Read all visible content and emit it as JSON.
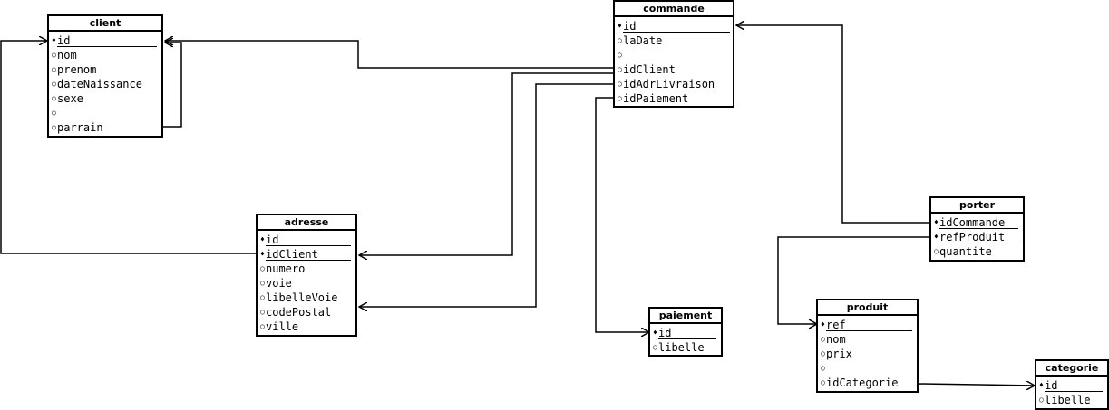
{
  "entities": [
    {
      "name": "client",
      "attributes": [
        {
          "label": "id",
          "key": true
        },
        {
          "label": "nom",
          "key": false
        },
        {
          "label": "prenom",
          "key": false
        },
        {
          "label": "dateNaissance",
          "key": false
        },
        {
          "label": "sexe",
          "key": false
        },
        {
          "label": "",
          "key": false
        },
        {
          "label": "parrain",
          "key": false
        }
      ]
    },
    {
      "name": "commande",
      "attributes": [
        {
          "label": "id",
          "key": true
        },
        {
          "label": "laDate",
          "key": false
        },
        {
          "label": "",
          "key": false
        },
        {
          "label": "idClient",
          "key": false
        },
        {
          "label": "idAdrLivraison",
          "key": false
        },
        {
          "label": "idPaiement",
          "key": false
        }
      ]
    },
    {
      "name": "adresse",
      "attributes": [
        {
          "label": "id",
          "key": true
        },
        {
          "label": "idClient",
          "key": true
        },
        {
          "label": "numero",
          "key": false
        },
        {
          "label": "voie",
          "key": false
        },
        {
          "label": "libelleVoie",
          "key": false
        },
        {
          "label": "codePostal",
          "key": false
        },
        {
          "label": "ville",
          "key": false
        }
      ]
    },
    {
      "name": "porter",
      "attributes": [
        {
          "label": "idCommande",
          "key": true
        },
        {
          "label": "refProduit",
          "key": true
        },
        {
          "label": "quantite",
          "key": false
        }
      ]
    },
    {
      "name": "paiement",
      "attributes": [
        {
          "label": "id",
          "key": true
        },
        {
          "label": "libelle",
          "key": false
        }
      ]
    },
    {
      "name": "produit",
      "attributes": [
        {
          "label": "ref",
          "key": true
        },
        {
          "label": "nom",
          "key": false
        },
        {
          "label": "prix",
          "key": false
        },
        {
          "label": "",
          "key": false
        },
        {
          "label": "idCategorie",
          "key": false
        }
      ]
    },
    {
      "name": "categorie",
      "attributes": [
        {
          "label": "id",
          "key": true
        },
        {
          "label": "libelle",
          "key": false
        }
      ]
    }
  ],
  "relations": [
    {
      "from": "client.parrain",
      "to": "client.id"
    },
    {
      "from": "commande.idClient",
      "to": "client.id"
    },
    {
      "from": "adresse.idClient",
      "to": "client.id"
    },
    {
      "from": "commande.idClient",
      "to": "adresse.idClient"
    },
    {
      "from": "commande.idAdrLivraison",
      "to": "adresse.libelleVoie"
    },
    {
      "from": "commande.idPaiement",
      "to": "paiement.id"
    },
    {
      "from": "porter.idCommande",
      "to": "commande.id"
    },
    {
      "from": "porter.refProduit",
      "to": "produit.ref"
    },
    {
      "from": "produit.idCategorie",
      "to": "categorie.id"
    }
  ],
  "colors": {
    "stroke": "#000000",
    "background": "#ffffff"
  },
  "icons": {
    "key_marker": "filled-diamond",
    "attribute_marker": "hollow-circle"
  }
}
